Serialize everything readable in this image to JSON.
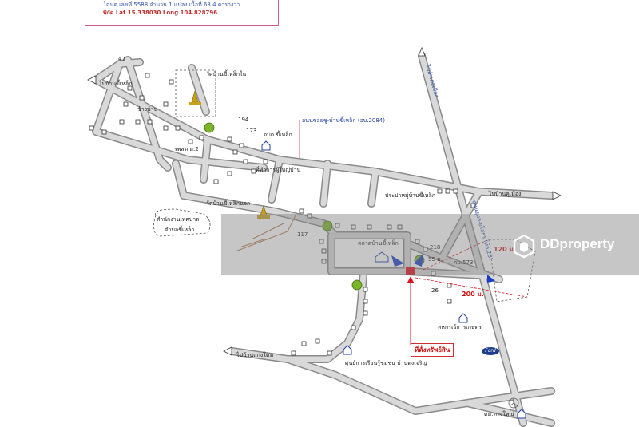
{
  "header": {
    "line1": "โฉนด เลขที่ 5588  จำนวน 1 แปลง เนื้อที่ 63.4 ตารางวา",
    "coords": "พิกัด Lat 15.338030   Long 104.828796"
  },
  "labels": {
    "temple_top": "วัดบ้านขี้เหล็กใน",
    "road_label": "ถนนซอยชู-บ้านขี้เหล็ก (อบ.2084)",
    "local_admin": "อบต.ขี้เหล็ก",
    "village_school": "รพสต.ม.2",
    "community": "ข้างบ้าน",
    "temple_mid": "วัดบ้านขี้เหล็กนอก",
    "village_office": "ที่ทำการผู้ใหญ่บ้าน",
    "municipal_office": "สำนักงานเทศบาล",
    "district": "ตำบลขี้เหล็ก",
    "chaokhun": "ประปาหมู่บ้านขี้เหล็ก",
    "market": "ตลาดบ้านขี้เหล็ก",
    "coop": "สหกรณ์การเกษตร",
    "property": "ที่ตั้งทรัพย์สิน",
    "center": "ศูนย์การเรียนรู้ชุมชน บ้านดงเจริญ",
    "police": "ตม.ทางใหญ่",
    "to_town": "ไปอำเภอเมือง",
    "to_right": "ไปบ้านคูเมือง",
    "to_left": "ไปบ้านขี้เหล็ก",
    "to_left2": "ไปบ้านแก่งโดม",
    "highway": "ถนนอุบล-ยโสธร (ทล.23)",
    "num_47": "47",
    "num_194": "194",
    "num_173": "173",
    "num_117": "117",
    "num_218": "218",
    "num_26": "26",
    "dist_120": "120 ม.",
    "dist_200": "200 ม.",
    "dist_55": "55 ม.",
    "km_sign": "กม.573"
  },
  "watermark": {
    "brand": "DDproperty"
  },
  "misc": {
    "ford": "Ford"
  },
  "colors": {
    "road_fill": "#d9d9d9",
    "road_edge": "#8a8a8a",
    "marker": "#e01020",
    "arrow_blue": "#1a3cc8",
    "pink_line": "#d05a8a",
    "green_sign": "#7db52a"
  }
}
